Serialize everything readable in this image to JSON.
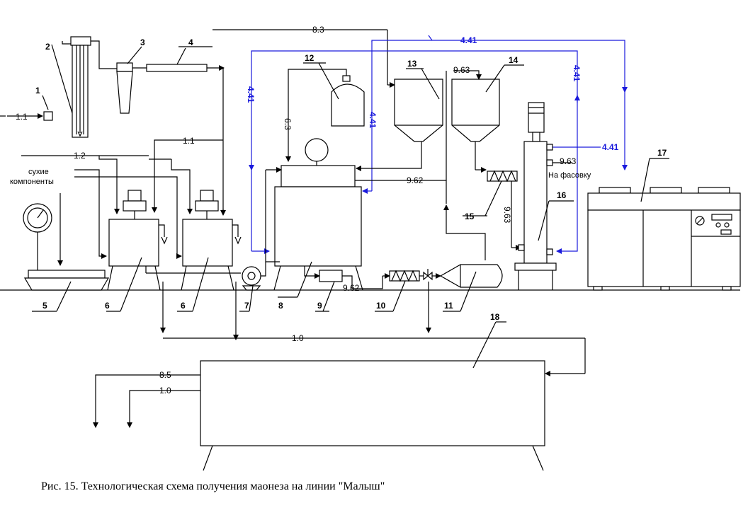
{
  "caption": "Рис. 15. Технологическая схема получения маонеза на линии \"Малыш\"",
  "equipment_numbers": {
    "n1": "1",
    "n2": "2",
    "n3": "3",
    "n4": "4",
    "n5": "5",
    "n6a": "6",
    "n6b": "6",
    "n7": "7",
    "n8": "8",
    "n9": "9",
    "n10": "10",
    "n11": "11",
    "n12": "12",
    "n13": "13",
    "n14": "14",
    "n15": "15",
    "n16": "16",
    "n17": "17",
    "n18": "18"
  },
  "flow_labels": {
    "f11_left": "1.1",
    "f11_mid": "1.1",
    "f12": "1.2",
    "f83": "8.3",
    "f63": "6.3",
    "f441_top": "4.41",
    "f441_left": "4.41",
    "f441_mid": "4.41",
    "f441_right_vert": "4.41",
    "f441_right": "4.41",
    "f963_top": "9.63",
    "f963_right": "9.63",
    "f962_mid": "9.62",
    "f962_low": "9.62",
    "f963_vert": "9.63",
    "f10": "1.0",
    "f85": "8.5",
    "f10_low": "1.0"
  },
  "texts": {
    "dry_components_line1": "сухие",
    "dry_components_line2": "компоненты",
    "to_packaging": "На фасовку"
  },
  "colors": {
    "line": "#000000",
    "accent_blue": "#1a1adc"
  }
}
